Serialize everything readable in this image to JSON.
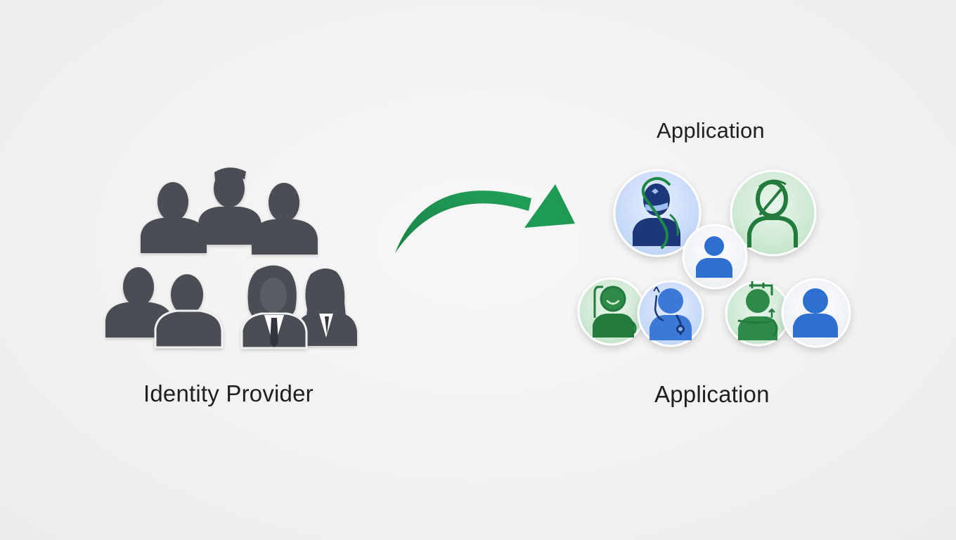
{
  "labels": {
    "identity_provider": "Identity Provider",
    "application_top": "Application",
    "application_bottom": "Application"
  },
  "colors": {
    "background": "#f1f1f2",
    "idp_person": "#4b4e55",
    "arrow_green": "#1e8e4c",
    "app_blue": "#2d6fd2",
    "app_navy": "#1c3778",
    "app_green": "#237a3e",
    "badge_blue_bg": "#cfe0fa",
    "badge_green_bg": "#d5edd9",
    "badge_white_bg": "#f7f8fb"
  },
  "icons": {
    "idp_group": "people-group-icon",
    "flow_arrow": "curved-arrow-icon",
    "app_users": "user-badge-icon"
  }
}
